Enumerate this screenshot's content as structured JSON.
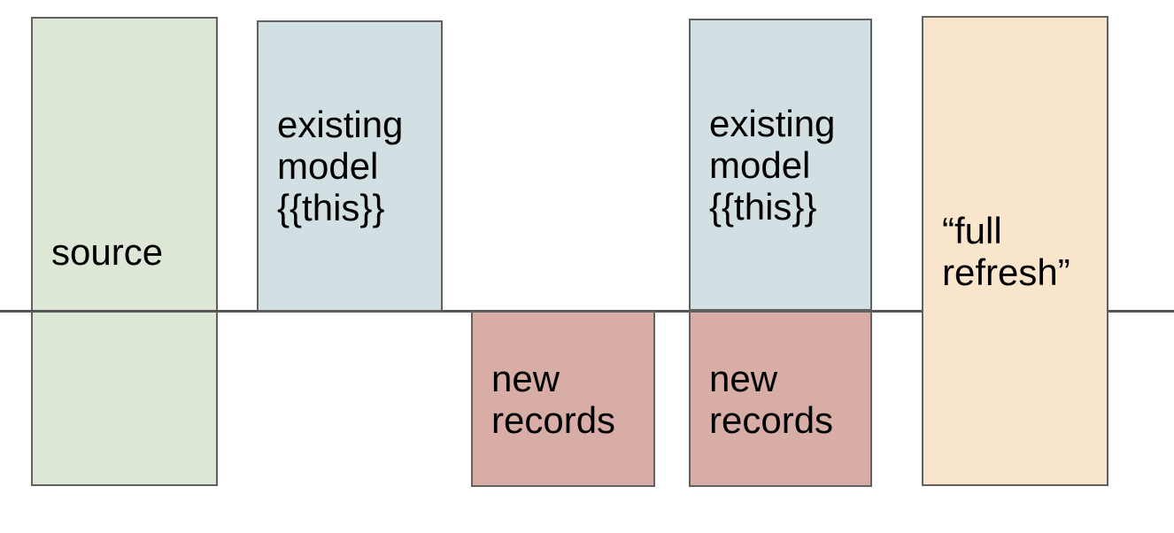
{
  "diagram": {
    "title": "incremental model materialization diagram",
    "background_color": "#ffffff",
    "divider_line_color": "#555555",
    "box_border_color": "#616161",
    "text_color": "#000000",
    "boxes": [
      {
        "id": "source",
        "label": "source",
        "fill": "#dce8d5"
      },
      {
        "id": "existing-model-1",
        "label": "existing\nmodel\n{{this}}",
        "fill": "#d2dfe3"
      },
      {
        "id": "new-records-1",
        "label": "new\nrecords",
        "fill": "#d7ada5"
      },
      {
        "id": "existing-model-2",
        "label": "existing\nmodel\n{{this}}",
        "fill": "#d2dfe3"
      },
      {
        "id": "new-records-2",
        "label": "new\nrecords",
        "fill": "#d7ada5"
      },
      {
        "id": "full-refresh",
        "label": "“full\nrefresh”",
        "fill": "#f9e5cc"
      }
    ]
  }
}
